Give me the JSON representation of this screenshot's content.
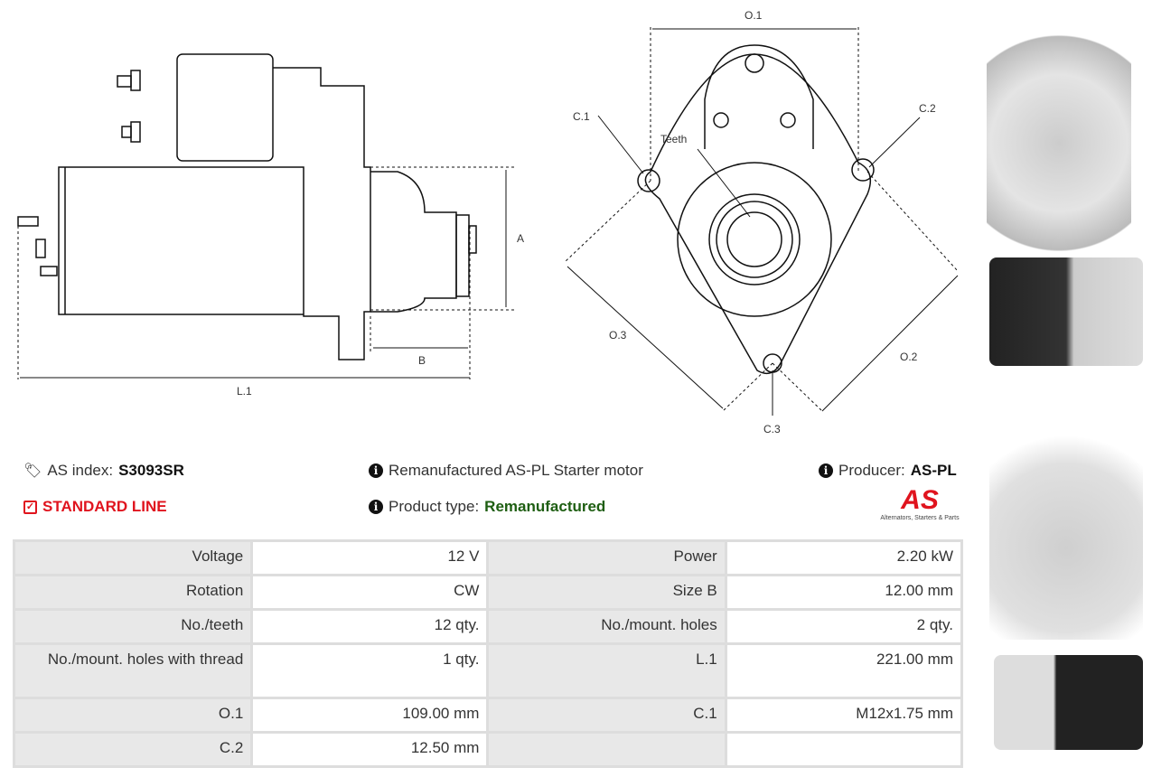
{
  "drawing_labels": {
    "l1": "L.1",
    "a": "A",
    "b": "B",
    "o1": "O.1",
    "o2": "O.2",
    "o3": "O.3",
    "c1": "C.1",
    "c2": "C.2",
    "c3": "C.3",
    "teeth": "Teeth"
  },
  "info": {
    "as_index_label": "AS index:",
    "as_index_value": "S3093SR",
    "line": "STANDARD LINE",
    "description": "Remanufactured AS-PL Starter motor",
    "product_type_label": "Product type:",
    "product_type_value": "Remanufactured",
    "producer_label": "Producer:",
    "producer_value": "AS-PL",
    "logo_text": "AS",
    "logo_tagline": "Alternators, Starters & Parts"
  },
  "colors": {
    "red": "#e0141e",
    "green": "#1e5e12"
  },
  "specs": [
    [
      "Voltage",
      "12 V",
      "Power",
      "2.20 kW"
    ],
    [
      "Rotation",
      "CW",
      "Size B",
      "12.00 mm"
    ],
    [
      "No./teeth",
      "12 qty.",
      "No./mount. holes",
      "2 qty."
    ],
    [
      "No./mount. holes with thread",
      "1 qty.",
      "L.1",
      "221.00 mm"
    ],
    [
      "O.1",
      "109.00 mm",
      "C.1",
      "M12x1.75 mm"
    ],
    [
      "C.2",
      "12.50 mm",
      "",
      ""
    ]
  ]
}
